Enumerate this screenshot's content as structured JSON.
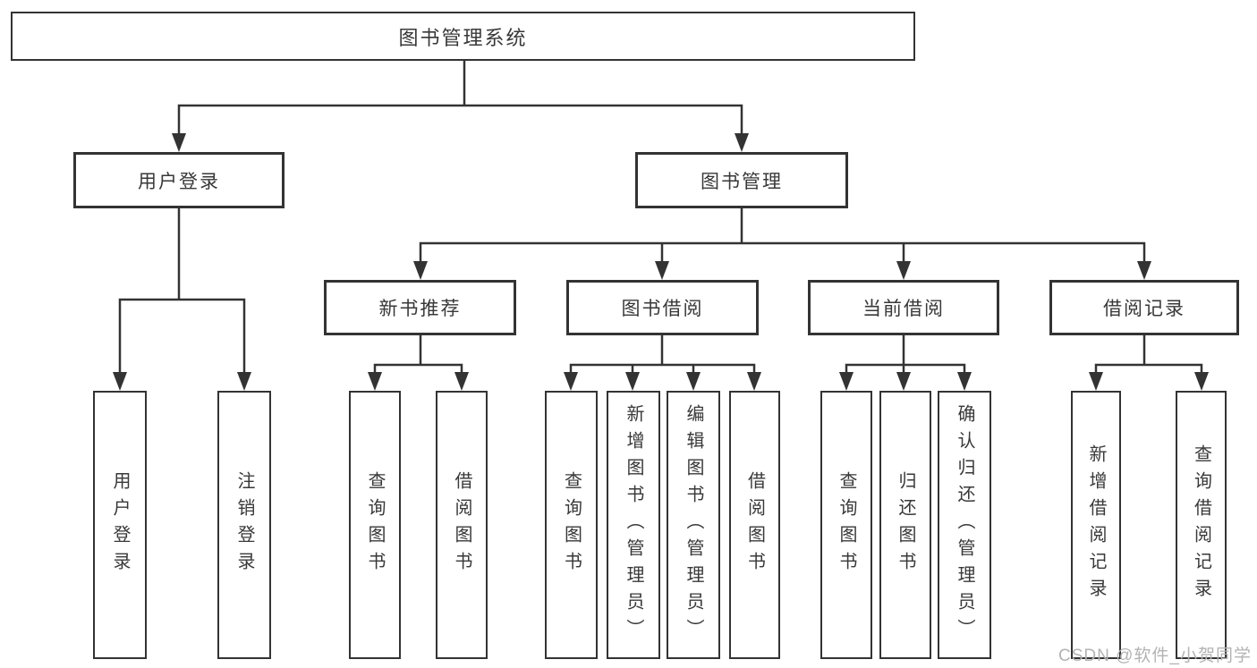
{
  "diagram": {
    "root": "图书管理系统",
    "user_login": "用户登录",
    "book_management": "图书管理",
    "new_book_recommend": "新书推荐",
    "book_borrowing": "图书借阅",
    "current_borrowing": "当前借阅",
    "borrowing_records": "借阅记录",
    "leaves": {
      "user_login": "用户登录",
      "logout": "注销登录",
      "recommend_query_books": "查询图书",
      "recommend_borrow_books": "借阅图书",
      "borrowing_query_books": "查询图书",
      "borrowing_add_books": "新增图书（管理员）",
      "borrowing_edit_books": "编辑图书（管理员）",
      "borrowing_borrow_books": "借阅图书",
      "current_query_books": "查询图书",
      "current_return_books": "归还图书",
      "current_confirm_return": "确认归还（管理员）",
      "records_add_record": "新增借阅记录",
      "records_query_record": "查询借阅记录"
    },
    "hierarchy": {
      "图书管理系统": [
        "用户登录",
        "图书管理"
      ],
      "用户登录": [
        "用户登录",
        "注销登录"
      ],
      "图书管理": [
        "新书推荐",
        "图书借阅",
        "当前借阅",
        "借阅记录"
      ],
      "新书推荐": [
        "查询图书",
        "借阅图书"
      ],
      "图书借阅": [
        "查询图书",
        "新增图书（管理员）",
        "编辑图书（管理员）",
        "借阅图书"
      ],
      "当前借阅": [
        "查询图书",
        "归还图书",
        "确认归还（管理员）"
      ],
      "借阅记录": [
        "新增借阅记录",
        "查询借阅记录"
      ]
    }
  },
  "watermark": {
    "text": "CSDN @软件_小贺同学"
  },
  "palette": {
    "line": "#333333",
    "box_border": "#333333",
    "text": "#383838",
    "watermark": "#b3b3b3",
    "background": "#ffffff"
  }
}
